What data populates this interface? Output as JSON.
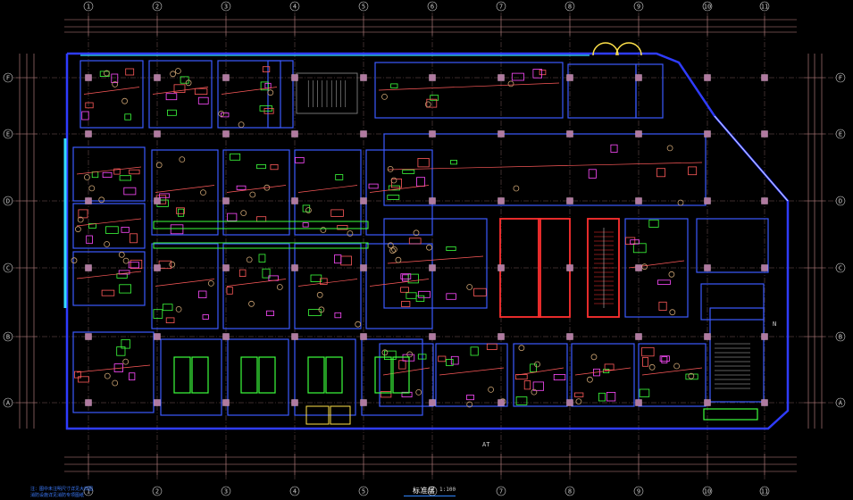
{
  "drawing": {
    "title": "标准层",
    "scale": "1:100",
    "notes": [
      "注：图中未注明尺寸详见大样图",
      "消防设施详见消防专项图纸"
    ]
  },
  "axes": {
    "columns": [
      "1",
      "2",
      "3",
      "4",
      "5",
      "6",
      "7",
      "8",
      "9",
      "10",
      "11"
    ],
    "rows": [
      "F",
      "E",
      "D",
      "C",
      "B",
      "A"
    ]
  },
  "colors": {
    "background": "#000000",
    "wall": "#2f3cff",
    "partition": "#3b59ff",
    "column": "#b07aa0",
    "dimension": "#c98a8a",
    "furniture_red": "#ff5a5a",
    "furniture_green": "#3dff3d",
    "stair_red": "#ff3030",
    "plant": "#c8a070",
    "door_yellow": "#ffe24a",
    "accent_cyan": "#33dcff",
    "accent_magenta": "#ff4bff"
  },
  "room_labels": {
    "stair_tag": "AT",
    "north_arrow": "N"
  }
}
